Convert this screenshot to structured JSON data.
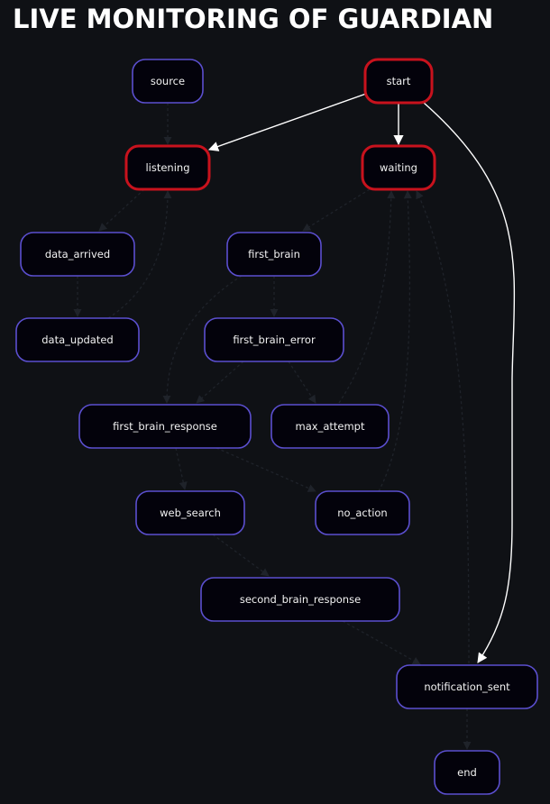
{
  "page": {
    "title": "LIVE MONITORING OF GUARDIAN"
  },
  "colors": {
    "background": "#0f1115",
    "node_fill": "#03020b",
    "node_border": "#5b4fcf",
    "active_node_border": "#c8121d",
    "active_edge": "#ffffff",
    "inactive_edge": "#1f232a"
  },
  "graph": {
    "nodes": [
      {
        "id": "source",
        "label": "source",
        "active": false
      },
      {
        "id": "start",
        "label": "start",
        "active": true
      },
      {
        "id": "listening",
        "label": "listening",
        "active": true
      },
      {
        "id": "waiting",
        "label": "waiting",
        "active": true
      },
      {
        "id": "data_arrived",
        "label": "data_arrived",
        "active": false
      },
      {
        "id": "first_brain",
        "label": "first_brain",
        "active": false
      },
      {
        "id": "data_updated",
        "label": "data_updated",
        "active": false
      },
      {
        "id": "first_brain_error",
        "label": "first_brain_error",
        "active": false
      },
      {
        "id": "first_brain_response",
        "label": "first_brain_response",
        "active": false
      },
      {
        "id": "max_attempt",
        "label": "max_attempt",
        "active": false
      },
      {
        "id": "web_search",
        "label": "web_search",
        "active": false
      },
      {
        "id": "no_action",
        "label": "no_action",
        "active": false
      },
      {
        "id": "second_brain_response",
        "label": "second_brain_response",
        "active": false
      },
      {
        "id": "notification_sent",
        "label": "notification_sent",
        "active": false
      },
      {
        "id": "end",
        "label": "end",
        "active": false
      }
    ],
    "edges": [
      {
        "from": "start",
        "to": "listening",
        "active": true
      },
      {
        "from": "start",
        "to": "waiting",
        "active": true
      },
      {
        "from": "start",
        "to": "notification_sent",
        "active": true
      },
      {
        "from": "source",
        "to": "listening",
        "active": false
      },
      {
        "from": "listening",
        "to": "data_arrived",
        "active": false
      },
      {
        "from": "data_arrived",
        "to": "data_updated",
        "active": false
      },
      {
        "from": "data_updated",
        "to": "listening",
        "active": false
      },
      {
        "from": "waiting",
        "to": "first_brain",
        "active": false
      },
      {
        "from": "first_brain",
        "to": "first_brain_error",
        "active": false
      },
      {
        "from": "first_brain",
        "to": "first_brain_response",
        "active": false
      },
      {
        "from": "first_brain_error",
        "to": "first_brain_response",
        "active": false
      },
      {
        "from": "first_brain_error",
        "to": "max_attempt",
        "active": false
      },
      {
        "from": "max_attempt",
        "to": "waiting",
        "active": false
      },
      {
        "from": "first_brain_response",
        "to": "web_search",
        "active": false
      },
      {
        "from": "first_brain_response",
        "to": "no_action",
        "active": false
      },
      {
        "from": "no_action",
        "to": "waiting",
        "active": false
      },
      {
        "from": "web_search",
        "to": "second_brain_response",
        "active": false
      },
      {
        "from": "second_brain_response",
        "to": "notification_sent",
        "active": false
      },
      {
        "from": "notification_sent",
        "to": "waiting",
        "active": false
      },
      {
        "from": "notification_sent",
        "to": "end",
        "active": false
      }
    ]
  }
}
